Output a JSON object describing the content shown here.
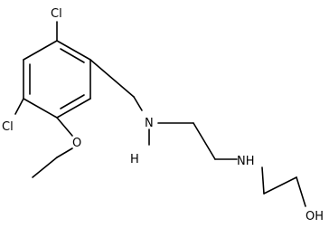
{
  "molecule": {
    "atoms": {
      "cl_top": "Cl",
      "cl_left": "Cl",
      "oxygen_ether": "O",
      "nitrogen_1": "N",
      "hydrogen_1": "H",
      "nitrogen_2": "NH",
      "hydroxyl": "OH"
    },
    "colors": {
      "bond": "#000000",
      "label": "#000000",
      "background": "#ffffff"
    }
  }
}
